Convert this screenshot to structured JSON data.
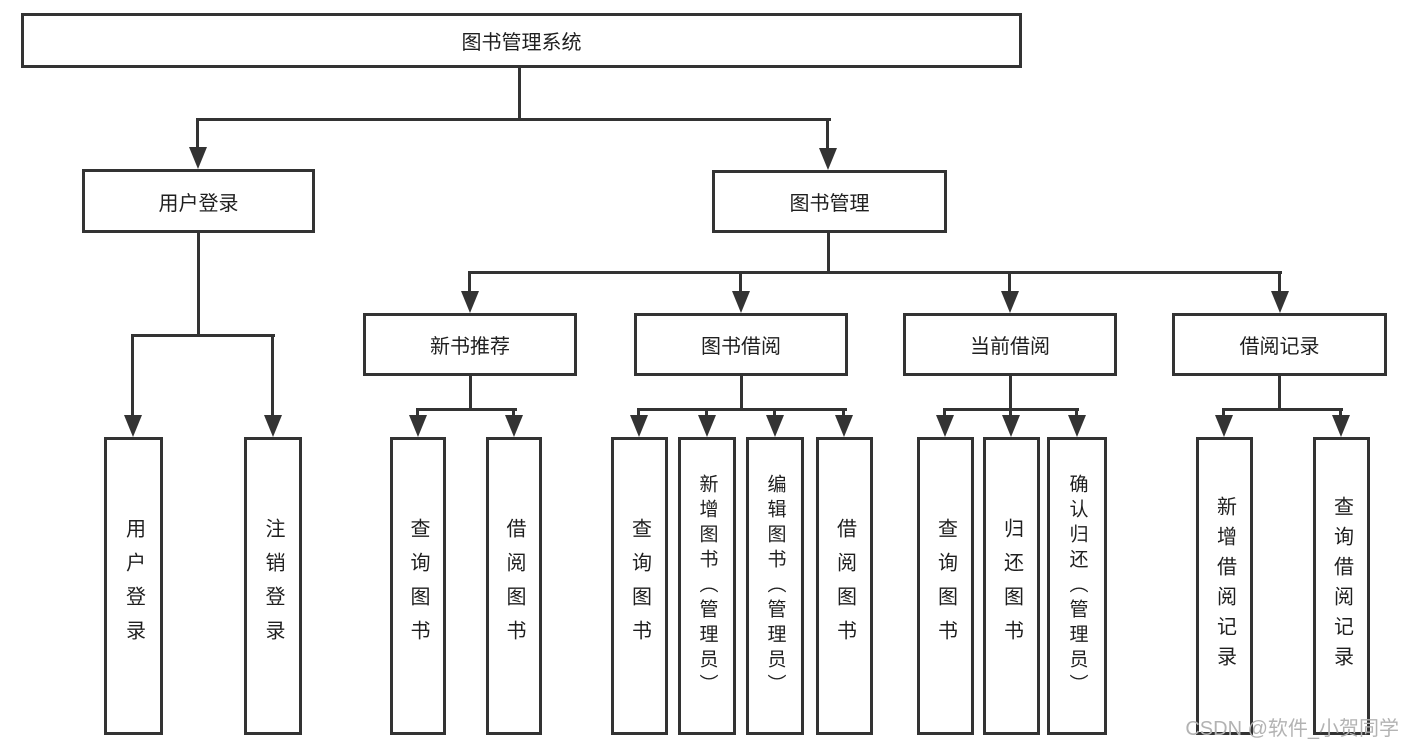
{
  "diagram": {
    "root": "图书管理系统",
    "user_login_branch": {
      "label": "用户登录",
      "children": [
        "用户登录",
        "注销登录"
      ]
    },
    "book_mgmt_branch": {
      "label": "图书管理",
      "categories": [
        {
          "label": "新书推荐",
          "children": [
            "查询图书",
            "借阅图书"
          ]
        },
        {
          "label": "图书借阅",
          "children": [
            "查询图书",
            "新增图书（管理员）",
            "编辑图书（管理员）",
            "借阅图书"
          ]
        },
        {
          "label": "当前借阅",
          "children": [
            "查询图书",
            "归还图书",
            "确认归还（管理员）"
          ]
        },
        {
          "label": "借阅记录",
          "children": [
            "新增借阅记录",
            "查询借阅记录"
          ]
        }
      ]
    }
  },
  "watermark": "CSDN @软件_小贺同学",
  "colors": {
    "line": "#333333",
    "text": "#1f1f1f",
    "watermark": "#b3b3b3",
    "background": "#ffffff"
  }
}
